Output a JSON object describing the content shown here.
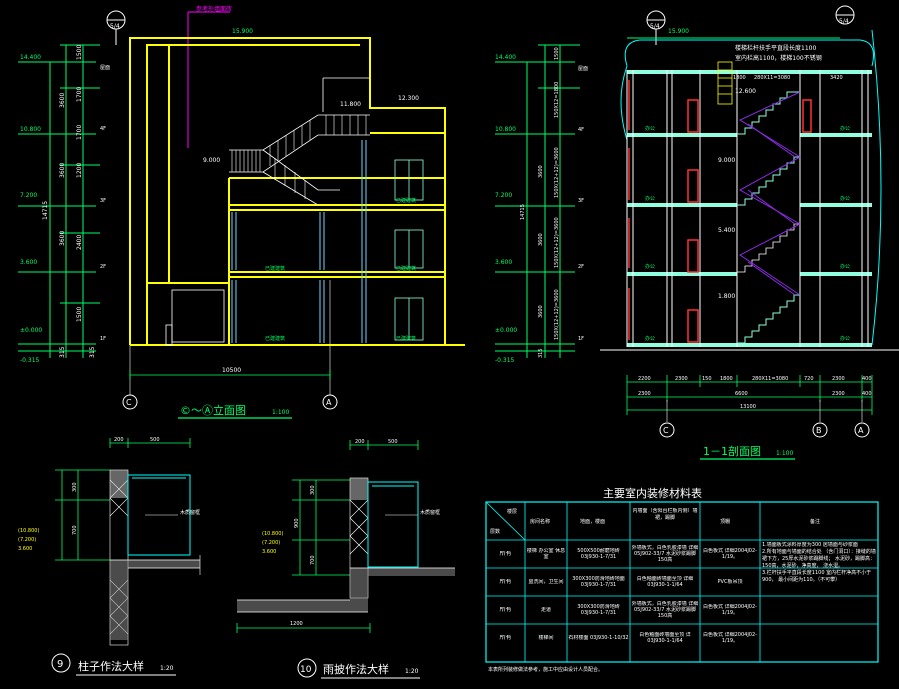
{
  "colors": {
    "background": "#000000",
    "wall": "#ffff00",
    "dim": "#00ff66",
    "grid": "#ffffff",
    "window": "#6fd3ff",
    "stair": "#ffffff",
    "stair_violet": "#8a2be2",
    "floor_cyan": "#8fffe0",
    "magenta": "#ff00ff",
    "red": "#ff3030",
    "table_border": "#00ffff"
  },
  "elevation": {
    "title": "©～Ⓐ立面图",
    "scale": "1:100",
    "axis_top": "5/4",
    "magenta_note": "参考外墙面砖",
    "levels": {
      "l14": "14.400",
      "l10": "10.800",
      "l7": "7.200",
      "l3": "3.600",
      "l0": "±0.000",
      "lm": "-0.315"
    },
    "dims": {
      "d1500": "1500",
      "d1700a": "1700",
      "d1700b": "1700",
      "d3600a": "3600",
      "d3600b": "3600",
      "d3600c": "3600",
      "d1200": "1200",
      "d2400": "2400",
      "d1500b": "1500",
      "d315": "315",
      "d14715": "14715",
      "d315b": "315"
    },
    "floor_tags": {
      "f5": "屋面",
      "f4": "4F",
      "f3": "3F",
      "f2": "2F",
      "f1": "1F"
    },
    "top_elev": "15.900",
    "stair_elev1": "11.800",
    "stair_elev2": "12.300",
    "stair_elev3": "9.000",
    "room_labels": {
      "r1": "已建建筑",
      "r2": "已建建筑",
      "r3": "已建建筑",
      "r4": "已建建筑",
      "r5": "已建建筑"
    },
    "bottom_dim": "10500",
    "axis_left": "C",
    "axis_right": "A"
  },
  "section": {
    "title": "1－1剖面图",
    "scale": "1:100",
    "axis_top_left": "5/4",
    "axis_top_right": "5/4",
    "note_line1": "楼梯栏杆扶手平直段长度1100",
    "note_line2": "室内栏高1100，楼梯100不锈钢",
    "levels": {
      "l14": "14.400",
      "l10": "10.800",
      "l7": "7.200",
      "l3": "3.600",
      "l0": "±0.000",
      "lm": "-0.315"
    },
    "top_elev": "15.900",
    "stair_elevs": {
      "s1": "12.600",
      "s2": "9.000",
      "s3": "5.400",
      "s4": "1.800"
    },
    "top_dims": {
      "t1": "1800",
      "t2": "280X11=3080",
      "t3": "3420"
    },
    "vdims": {
      "v1": "1500",
      "v2": "150X12=1800",
      "v3": "150X(12+12)=3600",
      "v4": "150X(12+12)=3600",
      "v5": "150X(12+12)=3600",
      "v6": "315",
      "v7": "3600",
      "v8": "3600",
      "v9": "3600",
      "v10": "14715"
    },
    "floor_tags": {
      "f5": "屋面",
      "f4": "4F",
      "f3": "3F",
      "f2": "2F",
      "f1": "1F"
    },
    "room_labels": {
      "r1": "办公",
      "r2": "办公",
      "r3": "办公",
      "r4": "办公",
      "r5": "办公",
      "r6": "办公",
      "r7": "办公",
      "r8": "办公"
    },
    "dims_row1": [
      "2200",
      "2300",
      "150",
      "1800",
      "280X11=3080",
      "720",
      "2300",
      "400"
    ],
    "dims_row2": [
      "2300",
      "6600",
      "2300",
      "400"
    ],
    "dims_total": "13100",
    "axis_c": "C",
    "axis_b": "B",
    "axis_a": "A"
  },
  "detail9": {
    "title": "柱子作法大样",
    "scale": "1:20",
    "number": "9",
    "dims": {
      "d200": "200",
      "d500": "500",
      "d300": "300",
      "d700": "700"
    },
    "levels": {
      "l1": "(10.800)",
      "l2": "(7.200)",
      "l3": "3.600"
    },
    "note": "木质窗框"
  },
  "detail10": {
    "title": "雨披作法大样",
    "scale": "1:20",
    "number": "10",
    "dims": {
      "d200": "200",
      "d500": "500",
      "d300": "300",
      "d900": "900",
      "d700": "700",
      "d1200": "1200"
    },
    "levels": {
      "l1": "(10.800)",
      "l2": "(7.200)",
      "l3": "3.600"
    },
    "note": "木质窗框"
  },
  "table": {
    "title": "主要室内装修材料表",
    "header_corner_top": "楼层",
    "header_corner_bottom": "层数",
    "headers": [
      "房间名称",
      "地面，楼面",
      "内墙面（含阳台栏板内侧）墙裙，踢脚",
      "顶棚",
      "备注"
    ],
    "rows": [
      [
        "所有",
        "楼梯 办公室 休息室",
        "500X500耐磨地砖 03J930-1-7/31",
        "外墙板式，白色乳胶漆墙 详细05J902-33/7 水泥砂浆踢脚150高",
        "白色板式 详细2004J02-1/19。"
      ],
      [
        "所有",
        "盥洗间，卫生间",
        "300X300防滑地砖地面 03J930-1-7/31",
        "白色釉面砖墙面至顶 详细03J930-1-1/64",
        "PVC板吊顶"
      ],
      [
        "所有",
        "走道",
        "300X300防滑地砖 03J930-1-7/31",
        "外墙板式，白色乳胶漆墙 详细05J902-33/7 水泥砂浆踢脚150高",
        "白色板式 详细2004J02-1/19。"
      ],
      [
        "所有",
        "楼梯间",
        "石材楼面 03J930-1-10/32",
        "白色釉面砖墙面至顶 详03J930-1-1/64",
        "白色板式 详细2004J02-1/19。"
      ]
    ],
    "remarks": [
      "1.墙面板式涂料厚度为300 居墙面与砂浆面",
      "2.所有地面与墙面的结合处 （含门洞口）：接缝的墙裙下方，25厚水泥砂浆踢脚线； 水泥砂，踢脚高：150高，水泥砂，净高度， 浇水湿。",
      "3.栏杆扶手平直段长度1100 室内栏杆净高不小于900， 最小间距为110。（不可攀）"
    ],
    "footnote": "本表所列装修做法参考，施工中应由设计人员配合。"
  }
}
